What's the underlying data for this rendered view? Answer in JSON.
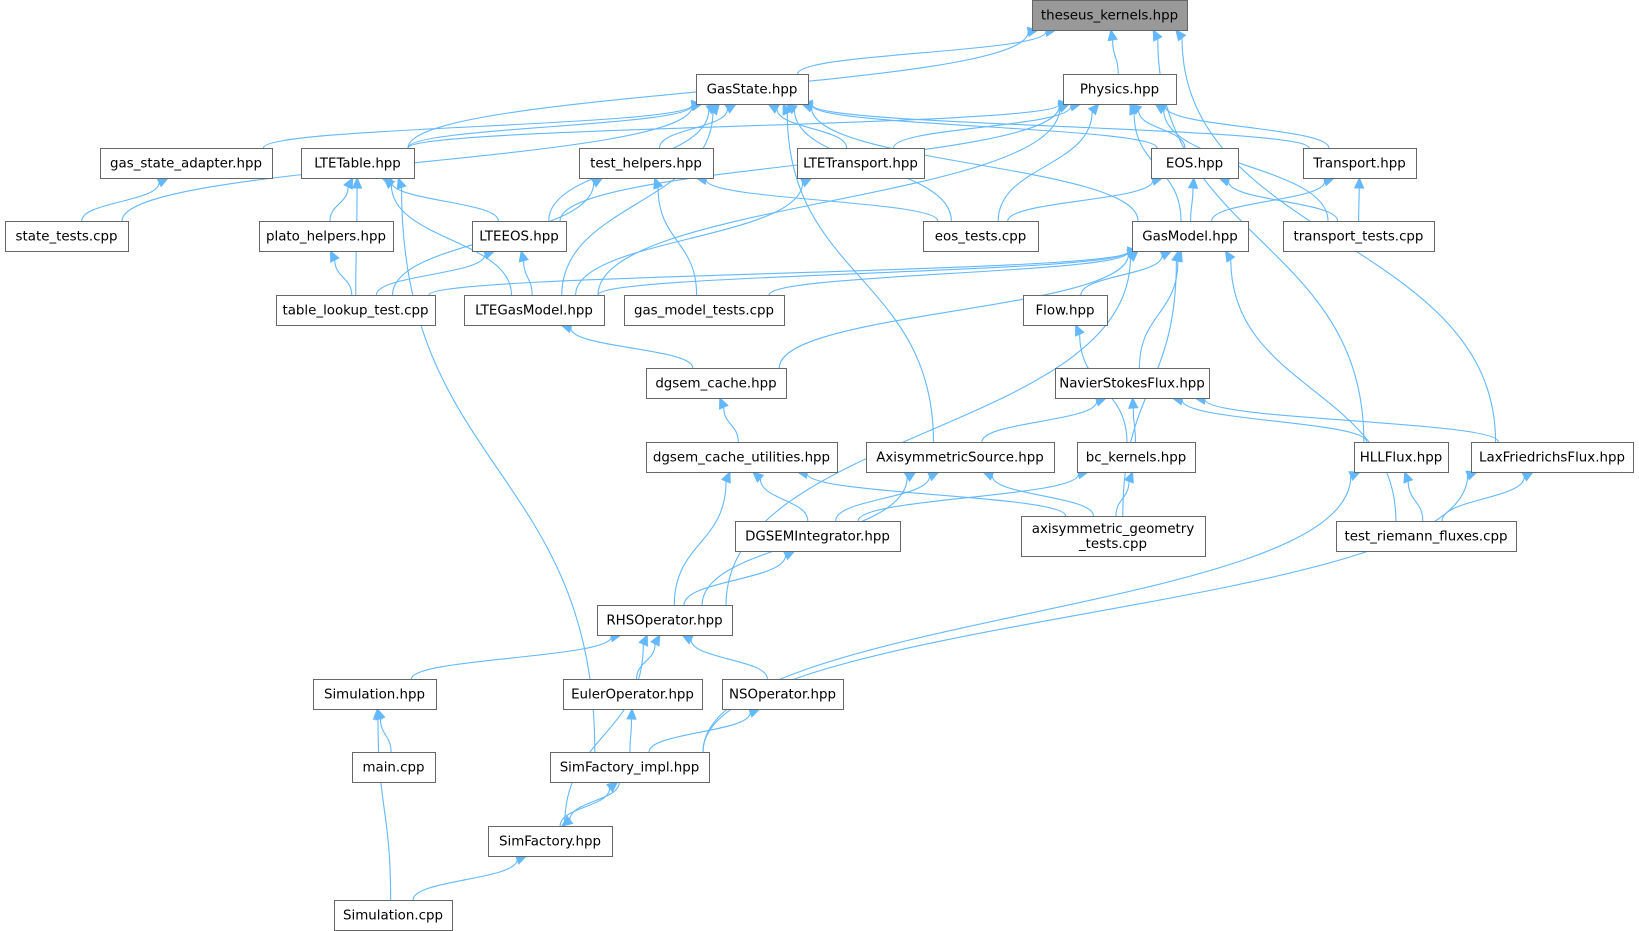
{
  "diagram": {
    "type": "include-dependency-graph",
    "colors": {
      "edge": "#63b8ff",
      "node_border": "#666666",
      "root_fill": "#999999",
      "node_fill": "#ffffff"
    },
    "nodes": [
      {
        "id": "theseus",
        "label": "theseus_kernels.hpp",
        "root": true
      },
      {
        "id": "gasstate",
        "label": "GasState.hpp"
      },
      {
        "id": "physics",
        "label": "Physics.hpp"
      },
      {
        "id": "gsa",
        "label": "gas_state_adapter.hpp"
      },
      {
        "id": "ltetable",
        "label": "LTETable.hpp"
      },
      {
        "id": "testhelpers",
        "label": "test_helpers.hpp"
      },
      {
        "id": "ltetransport",
        "label": "LTETransport.hpp"
      },
      {
        "id": "eos",
        "label": "EOS.hpp"
      },
      {
        "id": "transport",
        "label": "Transport.hpp"
      },
      {
        "id": "statetests",
        "label": "state_tests.cpp"
      },
      {
        "id": "plato",
        "label": "plato_helpers.hpp"
      },
      {
        "id": "lteeos",
        "label": "LTEEOS.hpp"
      },
      {
        "id": "eostests",
        "label": "eos_tests.cpp"
      },
      {
        "id": "gasmodel",
        "label": "GasModel.hpp"
      },
      {
        "id": "transporttests",
        "label": "transport_tests.cpp"
      },
      {
        "id": "tablelookup",
        "label": "table_lookup_test.cpp"
      },
      {
        "id": "ltegasmodel",
        "label": "LTEGasModel.hpp"
      },
      {
        "id": "gasmodeltests",
        "label": "gas_model_tests.cpp"
      },
      {
        "id": "flow",
        "label": "Flow.hpp"
      },
      {
        "id": "dgsemcache",
        "label": "dgsem_cache.hpp"
      },
      {
        "id": "nsflux",
        "label": "NavierStokesFlux.hpp"
      },
      {
        "id": "dgsemutil",
        "label": "dgsem_cache_utilities.hpp"
      },
      {
        "id": "axisource",
        "label": "AxisymmetricSource.hpp"
      },
      {
        "id": "bckernels",
        "label": "bc_kernels.hpp"
      },
      {
        "id": "hllflux",
        "label": "HLLFlux.hpp"
      },
      {
        "id": "laxflux",
        "label": "LaxFriedrichsFlux.hpp"
      },
      {
        "id": "dgsemint",
        "label": "DGSEMIntegrator.hpp"
      },
      {
        "id": "axigeo",
        "label": "axisymmetric_geometry\n_tests.cpp"
      },
      {
        "id": "riemann",
        "label": "test_riemann_fluxes.cpp"
      },
      {
        "id": "rhs",
        "label": "RHSOperator.hpp"
      },
      {
        "id": "simulation",
        "label": "Simulation.hpp"
      },
      {
        "id": "euler",
        "label": "EulerOperator.hpp"
      },
      {
        "id": "nsop",
        "label": "NSOperator.hpp"
      },
      {
        "id": "maincpp",
        "label": "main.cpp"
      },
      {
        "id": "simfactimpl",
        "label": "SimFactory_impl.hpp"
      },
      {
        "id": "simfactory",
        "label": "SimFactory.hpp"
      },
      {
        "id": "simcpp",
        "label": "Simulation.cpp"
      }
    ],
    "edges": [
      [
        "ltetable",
        "theseus"
      ],
      [
        "gasstate",
        "theseus"
      ],
      [
        "physics",
        "theseus"
      ],
      [
        "hllflux",
        "theseus"
      ],
      [
        "laxflux",
        "theseus"
      ],
      [
        "statetests",
        "gasstate"
      ],
      [
        "gsa",
        "gasstate"
      ],
      [
        "ltetable",
        "gasstate"
      ],
      [
        "testhelpers",
        "gasstate"
      ],
      [
        "ltetransport",
        "gasstate"
      ],
      [
        "eos",
        "gasstate"
      ],
      [
        "transport",
        "gasstate"
      ],
      [
        "lteeos",
        "gasstate"
      ],
      [
        "eostests",
        "gasstate"
      ],
      [
        "gasmodel",
        "gasstate"
      ],
      [
        "ltegasmodel",
        "gasstate"
      ],
      [
        "axisource",
        "gasstate"
      ],
      [
        "ltetable",
        "physics"
      ],
      [
        "lteeos",
        "physics"
      ],
      [
        "ltetransport",
        "physics"
      ],
      [
        "eos",
        "physics"
      ],
      [
        "transport",
        "physics"
      ],
      [
        "gasmodel",
        "physics"
      ],
      [
        "eostests",
        "physics"
      ],
      [
        "transporttests",
        "physics"
      ],
      [
        "ltegasmodel",
        "physics"
      ],
      [
        "statetests",
        "gsa"
      ],
      [
        "plato",
        "ltetable"
      ],
      [
        "lteeos",
        "ltetable"
      ],
      [
        "ltegasmodel",
        "ltetable"
      ],
      [
        "tablelookup",
        "ltetable"
      ],
      [
        "simfactimpl",
        "ltetable"
      ],
      [
        "tablelookup",
        "testhelpers"
      ],
      [
        "eostests",
        "testhelpers"
      ],
      [
        "gasmodeltests",
        "testhelpers"
      ],
      [
        "ltegasmodel",
        "ltetransport"
      ],
      [
        "eostests",
        "eos"
      ],
      [
        "gasmodel",
        "eos"
      ],
      [
        "transporttests",
        "eos"
      ],
      [
        "gasmodel",
        "transport"
      ],
      [
        "transporttests",
        "transport"
      ],
      [
        "tablelookup",
        "plato"
      ],
      [
        "tablelookup",
        "lteeos"
      ],
      [
        "ltegasmodel",
        "lteeos"
      ],
      [
        "tablelookup",
        "gasmodel"
      ],
      [
        "ltegasmodel",
        "gasmodel"
      ],
      [
        "gasmodeltests",
        "gasmodel"
      ],
      [
        "flow",
        "gasmodel"
      ],
      [
        "dgsemcache",
        "gasmodel"
      ],
      [
        "nsflux",
        "gasmodel"
      ],
      [
        "axigeo",
        "gasmodel"
      ],
      [
        "riemann",
        "gasmodel"
      ],
      [
        "rhs",
        "gasmodel"
      ],
      [
        "dgsemcache",
        "ltegasmodel"
      ],
      [
        "bckernels",
        "flow"
      ],
      [
        "dgsemutil",
        "dgsemcache"
      ],
      [
        "axisource",
        "nsflux"
      ],
      [
        "bckernels",
        "nsflux"
      ],
      [
        "hllflux",
        "nsflux"
      ],
      [
        "laxflux",
        "nsflux"
      ],
      [
        "dgsemint",
        "dgsemutil"
      ],
      [
        "rhs",
        "dgsemutil"
      ],
      [
        "axigeo",
        "dgsemutil"
      ],
      [
        "dgsemint",
        "axisource"
      ],
      [
        "axigeo",
        "axisource"
      ],
      [
        "rhs",
        "axisource"
      ],
      [
        "dgsemint",
        "bckernels"
      ],
      [
        "axigeo",
        "bckernels"
      ],
      [
        "riemann",
        "hllflux"
      ],
      [
        "simfactimpl",
        "hllflux"
      ],
      [
        "riemann",
        "laxflux"
      ],
      [
        "simfactimpl",
        "laxflux"
      ],
      [
        "rhs",
        "dgsemint"
      ],
      [
        "simulation",
        "rhs"
      ],
      [
        "euler",
        "rhs"
      ],
      [
        "nsop",
        "rhs"
      ],
      [
        "simfactory",
        "rhs"
      ],
      [
        "maincpp",
        "simulation"
      ],
      [
        "simcpp",
        "simulation"
      ],
      [
        "simfactimpl",
        "euler"
      ],
      [
        "simfactimpl",
        "nsop"
      ],
      [
        "simfactory",
        "simfactimpl"
      ],
      [
        "simfactimpl",
        "simfactory"
      ],
      [
        "simcpp",
        "simfactory"
      ]
    ]
  }
}
